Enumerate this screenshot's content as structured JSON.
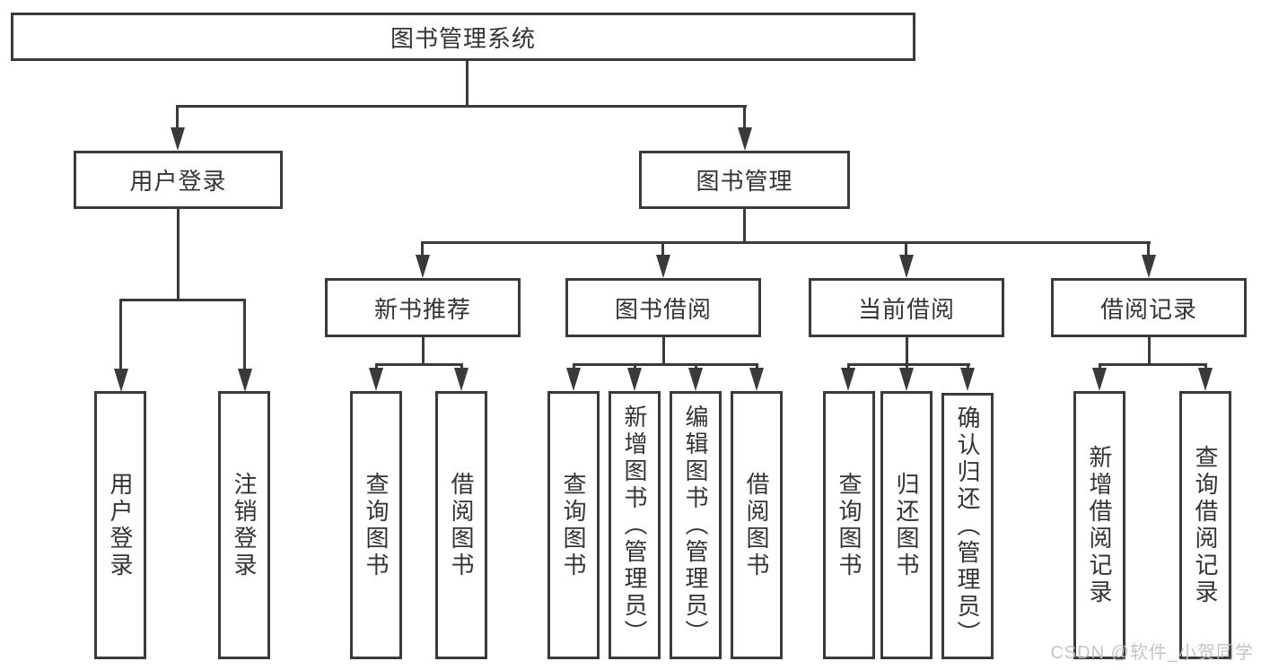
{
  "diagram_title": "图书管理系统",
  "tree": {
    "label": "图书管理系统",
    "children": [
      {
        "label": "用户登录",
        "children": [
          {
            "label": "用户登录"
          },
          {
            "label": "注销登录"
          }
        ]
      },
      {
        "label": "图书管理",
        "children": [
          {
            "label": "新书推荐",
            "children": [
              {
                "label": "查询图书"
              },
              {
                "label": "借阅图书"
              }
            ]
          },
          {
            "label": "图书借阅",
            "children": [
              {
                "label": "查询图书"
              },
              {
                "label": "新增图书（管理员）"
              },
              {
                "label": "编辑图书（管理员）"
              },
              {
                "label": "借阅图书"
              }
            ]
          },
          {
            "label": "当前借阅",
            "children": [
              {
                "label": "查询图书"
              },
              {
                "label": "归还图书"
              },
              {
                "label": "确认归还（管理员）"
              }
            ]
          },
          {
            "label": "借阅记录",
            "children": [
              {
                "label": "新增借阅记录"
              },
              {
                "label": "查询借阅记录"
              }
            ]
          }
        ]
      }
    ]
  },
  "watermark": "CSDN @软件_小贺同学",
  "colors": {
    "line": "#3a3a3a",
    "box_border": "#3a3a3a",
    "text": "#333333",
    "background": "#ffffff",
    "watermark": "#bfbfbf"
  }
}
